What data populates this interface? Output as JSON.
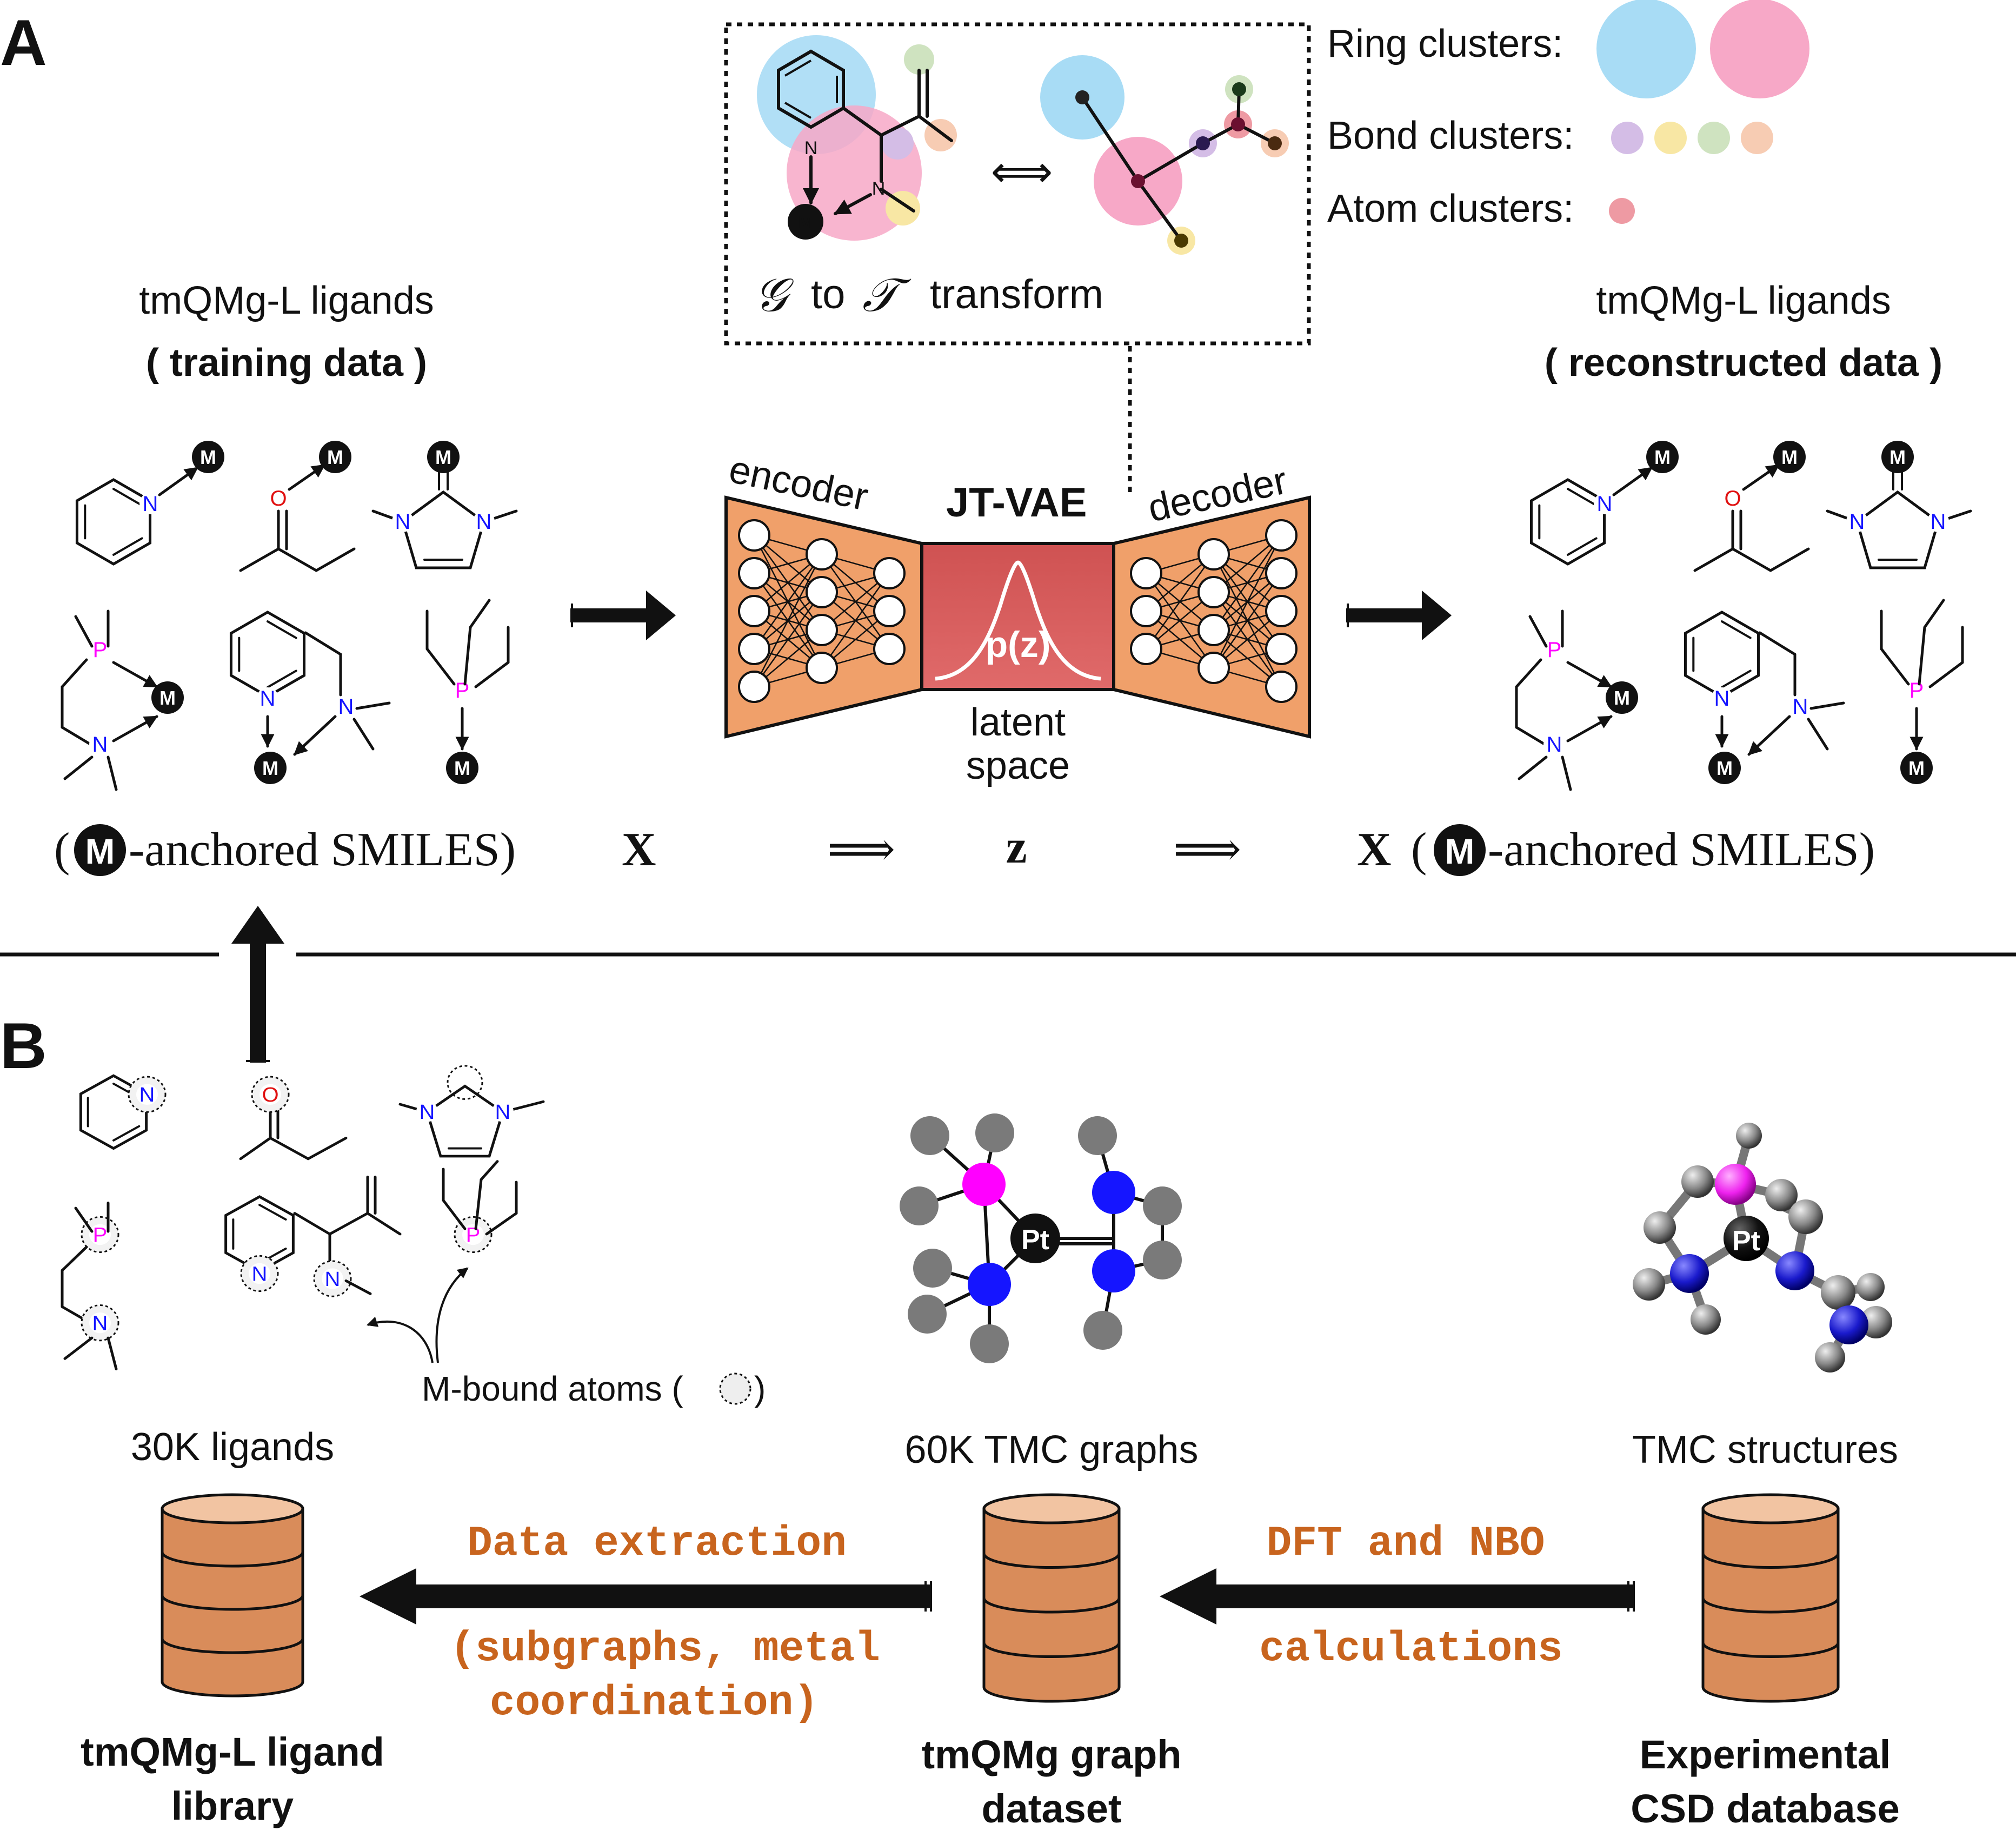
{
  "panel_labels": {
    "a": "A",
    "b": "B"
  },
  "transform_box": {
    "caption_g": "𝒢",
    "caption_mid": "to",
    "caption_t": "𝒯",
    "caption_end": "transform",
    "equiv": "⟺"
  },
  "cluster_legend": {
    "ring_label": "Ring clusters:",
    "bond_label": "Bond clusters:",
    "atom_label": "Atom clusters:",
    "ring_colors": [
      "#a8dcf5",
      "#f7a8c7"
    ],
    "bond_colors": [
      "#d4bde6",
      "#f8e7a4",
      "#cfe3c0",
      "#f7ccb3"
    ],
    "atom_colors": [
      "#ee9aa3"
    ]
  },
  "training": {
    "title": "tmQMg-L ligands",
    "subtitle": "( training data )"
  },
  "reconstructed": {
    "title": "tmQMg-L ligands",
    "subtitle": "( reconstructed data )"
  },
  "vae": {
    "encoder": "encoder",
    "decoder": "decoder",
    "name": "JT-VAE",
    "pz": "p(z)",
    "latent_line1": "latent",
    "latent_line2": "space",
    "encoder_color": "#f0a06a",
    "latent_color": "#d65b5b"
  },
  "smiles_row": {
    "left_open": "(",
    "left_text": "-anchored SMILES)",
    "left_var": "X",
    "arrow1": "⟹",
    "z": "z",
    "arrow2": "⟹",
    "right_var": "X",
    "right_open": "(",
    "right_text": "-anchored SMILES)"
  },
  "atoms": {
    "metal": "M",
    "N": "N",
    "O": "O",
    "P": "P",
    "Pt": "Pt"
  },
  "panel_b": {
    "mbound": "M-bound atoms (",
    "mbound_close": ")",
    "ligands_count": "30K ligands",
    "graphs_count": "60K TMC graphs",
    "structures": "TMC structures",
    "lib_line1": "tmQMg-L ligand",
    "lib_line2": "library",
    "graph_line1": "tmQMg graph",
    "graph_line2": "dataset",
    "csd_line1": "Experimental",
    "csd_line2": "CSD database",
    "extract_line1": "Data extraction",
    "extract_line2": "(subgraphs, metal",
    "extract_line3": "coordination)",
    "dft_line1": "DFT and NBO",
    "dft_line2": "calculations",
    "text_accent": "#c8641e",
    "db_color": "#d98c5a"
  },
  "colors": {
    "nitrogen": "#1515ff",
    "oxygen": "#e01010",
    "phosphorus": "#ff00ff",
    "carbon_gray": "#777777"
  }
}
